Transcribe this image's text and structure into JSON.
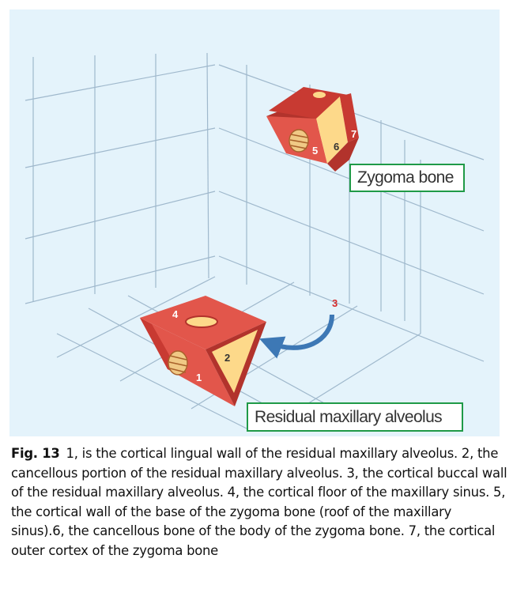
{
  "figure": {
    "labels": {
      "zygoma_bone": "Zygoma bone",
      "residual_maxillary_alveolus": "Residual maxillary alveolus"
    },
    "numbers": {
      "n1": "1",
      "n2": "2",
      "n3": "3",
      "n4": "4",
      "n5": "5",
      "n6": "6",
      "n7": "7"
    },
    "colors": {
      "background": "#e4f3fb",
      "grid": "#9fb8cc",
      "cortical_red": "#e2564b",
      "cortical_dark": "#b2332c",
      "cancellous_yellow": "#fdd98a",
      "label_border": "#1f9a47",
      "arrow_blue": "#3d78b5",
      "number_3_red": "#d62a2a"
    }
  },
  "caption": {
    "label": "Fig. 13",
    "text": "1, is the cortical lingual wall of the residual maxillary alveolus. 2, the cancellous portion of the residual maxillary alveolus. 3, the cortical buccal wall of the residual maxillary alveolus. 4, the cortical floor of the maxillary sinus. 5, the cortical wall of the base of the zygoma bone (roof of the maxillary sinus).6, the cancellous bone of the body of the zygoma bone. 7, the cortical outer cortex of the zygoma bone"
  }
}
